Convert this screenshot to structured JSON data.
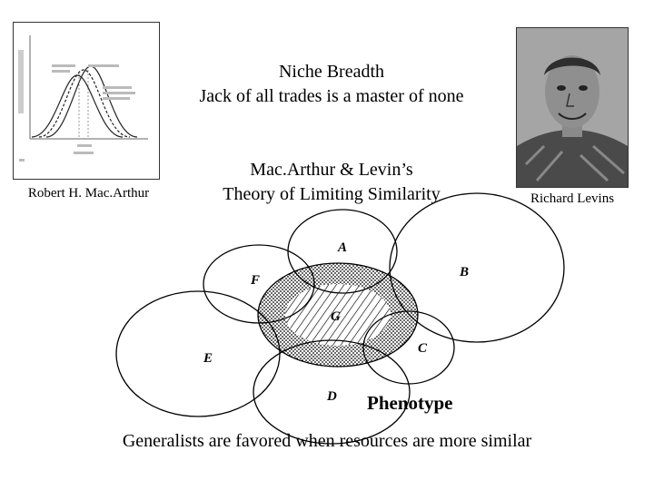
{
  "title": {
    "line1": "Niche Breadth",
    "line2": "Jack of all trades is a master of none"
  },
  "subtitle": {
    "line1": "Mac.Arthur & Levin’s",
    "line2": "Theory of Limiting Similarity"
  },
  "captions": {
    "left": "Robert H. Mac.Arthur",
    "right": "Richard Levins"
  },
  "diagram": {
    "circles": [
      "A",
      "B",
      "C",
      "D",
      "E",
      "F",
      "G"
    ],
    "phenotype_label": "Phenotype"
  },
  "footer": "Generalists are favored when resources are more similar",
  "colors": {
    "ink": "#000000",
    "background": "#ffffff",
    "hatch": "#000000"
  }
}
